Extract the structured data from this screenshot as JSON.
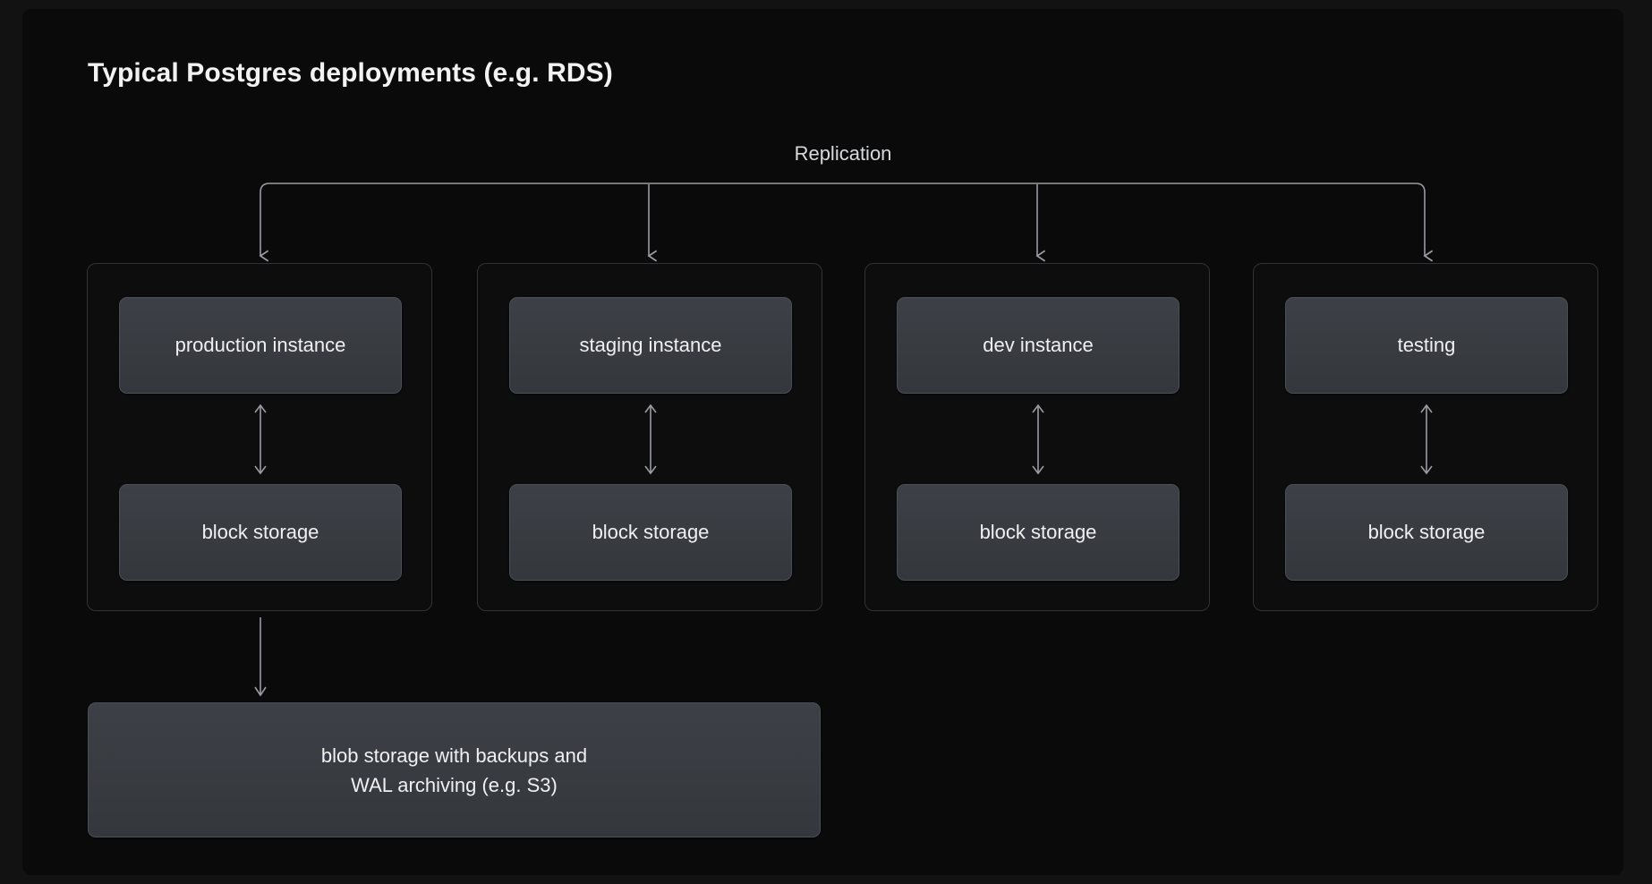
{
  "page": {
    "title": "Typical Postgres deployments (e.g. RDS)",
    "background_color": "#121212",
    "panel_color": "#0a0a0b"
  },
  "colors": {
    "page_background": "#121212",
    "panel_background": "#0a0a0b",
    "group_border": "#303237",
    "node_fill": "#3a3d43",
    "node_border": "#4a4e55",
    "text_primary": "#f0f0f2",
    "text_secondary": "#d8d9dc",
    "connector_stroke": "#9a9ca2"
  },
  "replication": {
    "label": "Replication",
    "fanout_count": 4,
    "arrow_targets": [
      "production instance",
      "staging instance",
      "dev instance",
      "testing"
    ]
  },
  "environments": [
    {
      "id": "production",
      "instance_label": "production instance",
      "storage_label": "block storage",
      "link": "bidirectional"
    },
    {
      "id": "staging",
      "instance_label": "staging instance",
      "storage_label": "block storage",
      "link": "bidirectional"
    },
    {
      "id": "dev",
      "instance_label": "dev instance",
      "storage_label": "block storage",
      "link": "bidirectional"
    },
    {
      "id": "testing",
      "instance_label": "testing",
      "storage_label": "block storage",
      "link": "bidirectional"
    }
  ],
  "blob_storage": {
    "line1": "blob storage with backups and",
    "line2": "WAL archiving (e.g. S3)",
    "source_environment": "production",
    "link": "unidirectional-down"
  },
  "icons": {
    "arrow_down": "arrow-down-icon",
    "arrow_up_down": "arrow-up-down-icon",
    "bracket": "fanout-bracket-icon"
  }
}
